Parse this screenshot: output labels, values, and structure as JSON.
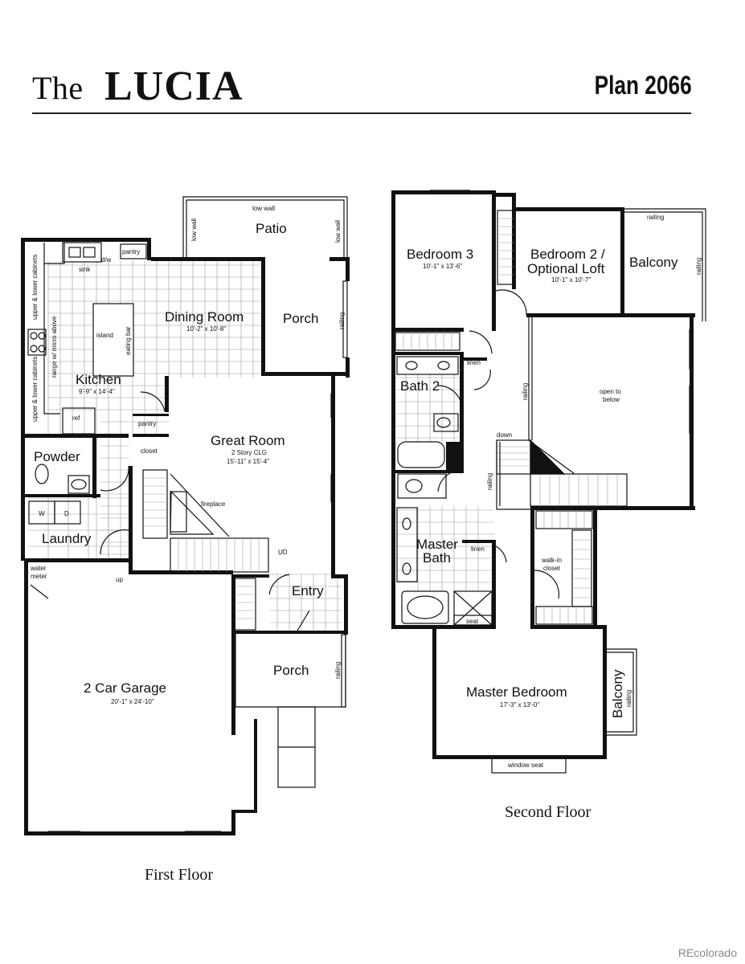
{
  "header": {
    "title_prefix": "The",
    "title_name": "LUCIA",
    "plan": "Plan 2066"
  },
  "first_floor": {
    "caption": "First Floor",
    "rooms": {
      "patio": "Patio",
      "dining_room": "Dining Room",
      "dining_room_dim": "10'-2\" x 10'-8\"",
      "porch_rear": "Porch",
      "kitchen": "Kitchen",
      "kitchen_dim": "9'-9\" x 14'-4\"",
      "great_room": "Great Room",
      "great_room_note": "2 Story CLG",
      "great_room_dim": "15'-11\" x 15'-4\"",
      "powder": "Powder",
      "laundry": "Laundry",
      "entry": "Entry",
      "porch_front": "Porch",
      "garage": "2 Car Garage",
      "garage_dim": "20'-1\" x 24'-10\""
    },
    "notes": {
      "low_wall_top": "low wall",
      "low_wall_left": "low wall",
      "low_wall_right": "low wall",
      "pantry_top": "pantry",
      "dw": "d/w",
      "sink": "sink",
      "cabinets_upper": "upper & lower cabinets",
      "range": "range w/ micro above",
      "cabinets_lower": "upper & lower cabinets",
      "island": "island",
      "eating_bar": "eating bar",
      "ref": "ref",
      "pantry": "pantry",
      "closet": "closet",
      "fireplace": "fireplace",
      "up_down": "UD",
      "railing_rear": "railing",
      "railing_front": "railing",
      "washer": "W",
      "dryer": "D",
      "water_meter": "water meter",
      "up": "up"
    }
  },
  "second_floor": {
    "caption": "Second Floor",
    "rooms": {
      "bedroom3": "Bedroom 3",
      "bedroom3_dim": "10'-1\" x 13'-6\"",
      "bedroom2_line1": "Bedroom 2 /",
      "bedroom2_line2": "Optional Loft",
      "bedroom2_dim": "10'-1\" x 10'-7\"",
      "balcony_top": "Balcony",
      "bath2": "Bath 2",
      "master_bath_line1": "Master",
      "master_bath_line2": "Bath",
      "master_bedroom": "Master Bedroom",
      "master_bedroom_dim": "17'-3\" x 13'-0\"",
      "balcony_side": "Balcony"
    },
    "notes": {
      "railing_top": "railing",
      "railing_balcony": "railing",
      "linen_top": "linen",
      "railing_hall": "railing",
      "open_to_below_1": "open to",
      "open_to_below_2": "below",
      "down": "down",
      "railing_stair": "railing",
      "linen_bottom": "linen",
      "walk_in_1": "walk-in",
      "walk_in_2": "closet",
      "seat": "seat",
      "window_seat": "window seat",
      "railing_side": "railing"
    }
  },
  "watermark": "REcolorado"
}
